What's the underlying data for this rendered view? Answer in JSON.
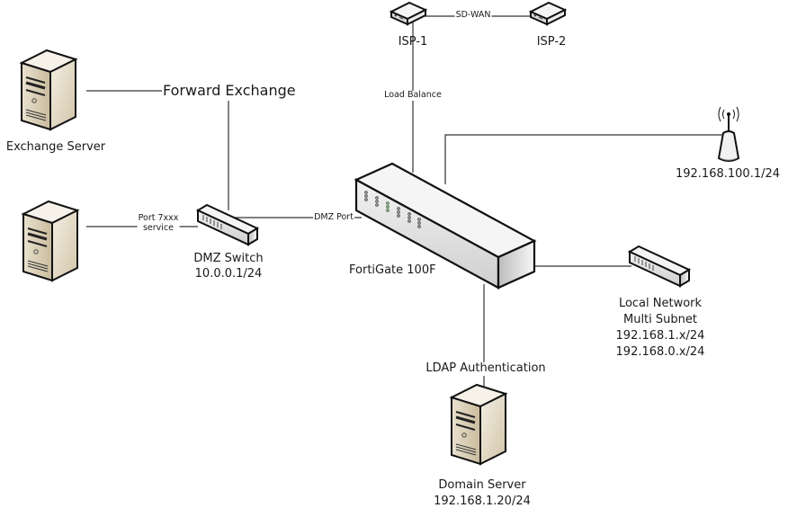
{
  "diagram": {
    "nodes": {
      "isp1": {
        "label": "ISP-1",
        "icon": "modem-icon"
      },
      "isp2": {
        "label": "ISP-2",
        "icon": "modem-icon"
      },
      "exchange_server": {
        "label": "Exchange Server",
        "icon": "server-icon"
      },
      "service_server": {
        "label": "",
        "icon": "server-icon"
      },
      "dmz_switch": {
        "label": "DMZ Switch",
        "ip": "10.0.0.1/24",
        "icon": "switch-icon"
      },
      "fortigate": {
        "label": "FortiGate 100F",
        "icon": "firewall-icon"
      },
      "wifi_ap": {
        "label": "192.168.100.1/24",
        "icon": "wireless-access-point-icon"
      },
      "local_switch": {
        "label": "Local Network",
        "sublabel": "Multi Subnet",
        "subnets": [
          "192.168.1.x/24",
          "192.168.0.x/24"
        ],
        "icon": "switch-icon"
      },
      "domain_server": {
        "label": "Domain Server",
        "ip": "192.168.1.20/24",
        "icon": "server-icon"
      }
    },
    "links": {
      "sdwan": "SD-WAN",
      "load_balance": "Load Balance",
      "forward_exchange": "Forward Exchange",
      "port_service_line1": "Port 7xxx",
      "port_service_line2": "service",
      "dmz_port": "DMZ Port",
      "ldap": "LDAP Authentication"
    }
  }
}
